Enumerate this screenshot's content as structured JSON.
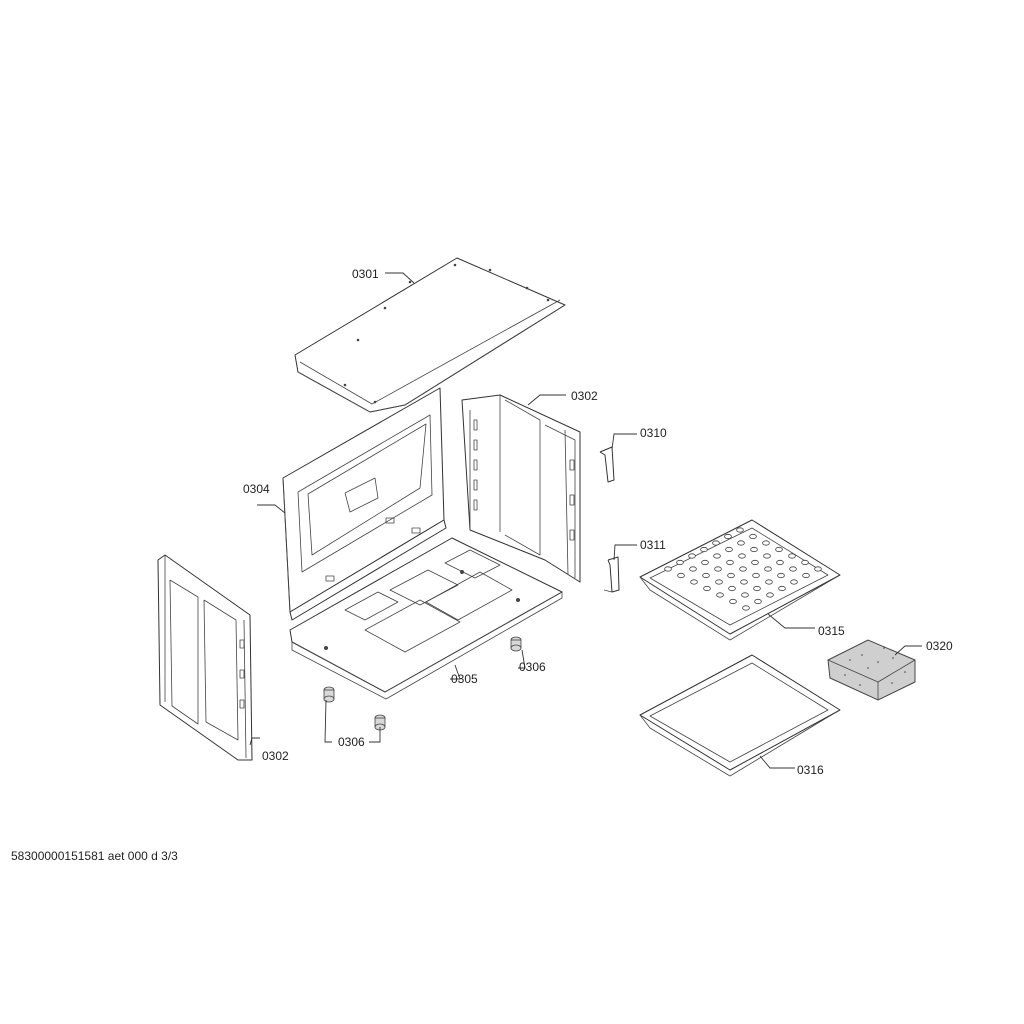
{
  "callouts": {
    "c0301": "0301",
    "c0302_top": "0302",
    "c0302_bottom": "0302",
    "c0304": "0304",
    "c0305": "0305",
    "c0306_right": "0306",
    "c0306_left": "0306",
    "c0310": "0310",
    "c0311": "0311",
    "c0315": "0315",
    "c0316": "0316",
    "c0320": "0320"
  },
  "footer": {
    "document_code": "58300000151581 aet 000 d 3/3"
  }
}
